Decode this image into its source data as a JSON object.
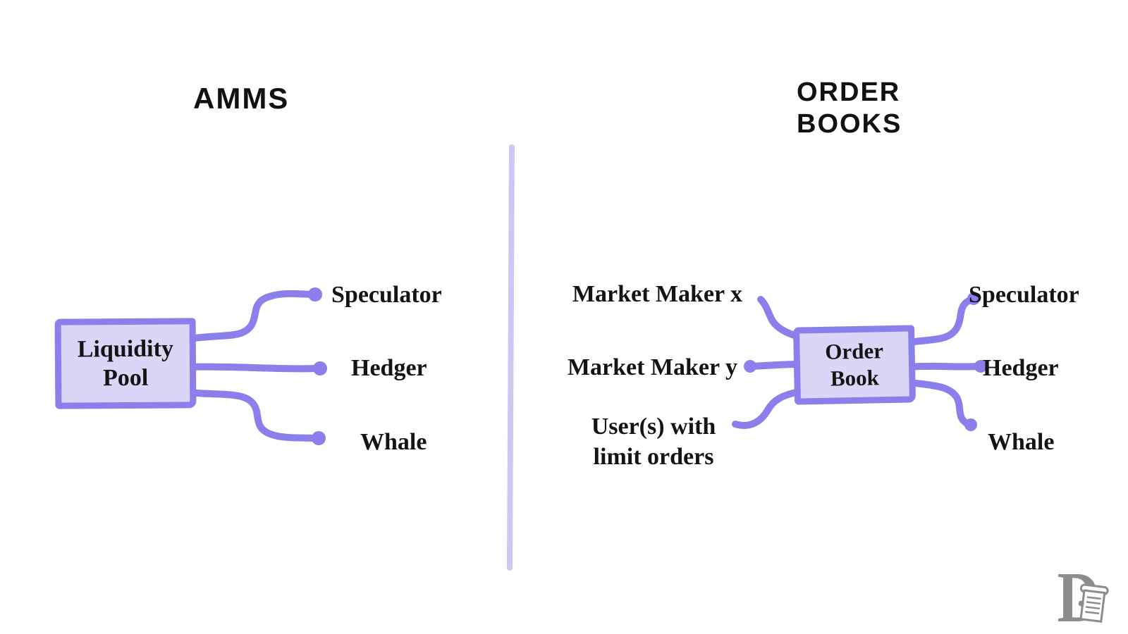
{
  "left_panel": {
    "title": "AMMS",
    "hub": {
      "lines": [
        "Liquidity",
        "Pool"
      ]
    },
    "spokes": [
      "Speculator",
      "Hedger",
      "Whale"
    ]
  },
  "right_panel": {
    "title_lines": [
      "ORDER",
      "BOOKS"
    ],
    "hub": {
      "lines": [
        "Order",
        "Book"
      ]
    },
    "inputs": [
      {
        "lines": [
          "Market Maker x"
        ]
      },
      {
        "lines": [
          "Market Maker y"
        ]
      },
      {
        "lines": [
          "User(s) with",
          "limit orders"
        ]
      }
    ],
    "outputs": [
      "Speculator",
      "Hedger",
      "Whale"
    ]
  },
  "logo": {
    "letter": "D"
  },
  "colors": {
    "connector_purple": "#8b7fec",
    "box_fill": "#dbd5f7",
    "divider_lavender": "#cdc7f2",
    "text_black": "#141414",
    "logo_gray": "#8c8c8c"
  }
}
